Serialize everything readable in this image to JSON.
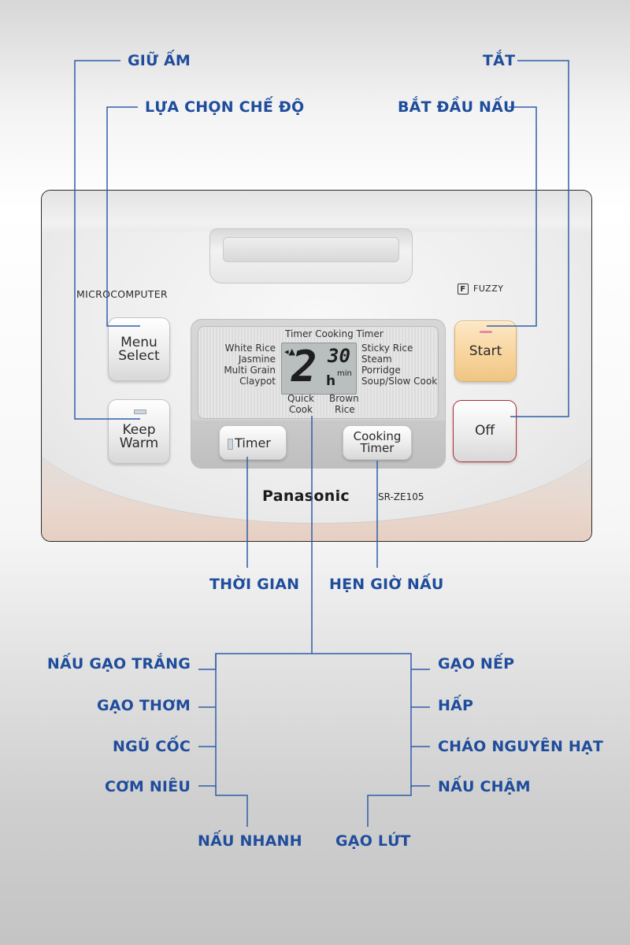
{
  "callouts": {
    "keep_warm": "GIỮ ẤM",
    "menu_select": "LỰA CHỌN CHẾ ĐỘ",
    "off": "TẮT",
    "start": "BẮT ĐẦU NẤU",
    "timer": "THỜI GIAN",
    "cooking_timer": "HẸN GIỜ NẤU",
    "white_rice": "NẤU GẠO TRẮNG",
    "jasmine": "GẠO THƠM",
    "multi_grain": "NGŨ CỐC",
    "claypot": "CƠM NIÊU",
    "quick_cook": "NẤU NHANH",
    "sticky_rice": "GẠO NẾP",
    "steam": "HẤP",
    "porridge": "CHÁO NGUYÊN HẠT",
    "soup_slow_cook": "NẤU CHẬM",
    "brown_rice": "GẠO LỨT"
  },
  "panel": {
    "microcomputer": "MICROCOMPUTER",
    "fuzzy": "FUZZY",
    "fuzzy_mark": "F",
    "brand": "Panasonic",
    "model": "SR-ZE105",
    "buttons": {
      "menu_select_1": "Menu",
      "menu_select_2": "Select",
      "keep_warm_1": "Keep",
      "keep_warm_2": "Warm",
      "start": "Start",
      "off": "Off",
      "timer": "Timer",
      "cooking_timer_1": "Cooking",
      "cooking_timer_2": "Timer"
    },
    "display": {
      "top": "Timer  Cooking Timer",
      "left": [
        "White Rice",
        "Jasmine",
        "Multi Grain",
        "Claypot"
      ],
      "right": [
        "Sticky Rice",
        "Steam",
        "Porridge",
        "Soup/Slow Cook"
      ],
      "quick_1": "Quick",
      "quick_2": "Cook",
      "brown_1": "Brown",
      "brown_2": "Rice",
      "lcd_main": "2",
      "lcd_small": "30",
      "lcd_h": "h",
      "lcd_min": "min",
      "lcd_arrow": "◂▲"
    }
  },
  "colors": {
    "callout_text": "#1f4d9c",
    "leader_line": "#2f5ea8",
    "off_border": "#b22a35",
    "start_fill": "#f7d39b"
  }
}
